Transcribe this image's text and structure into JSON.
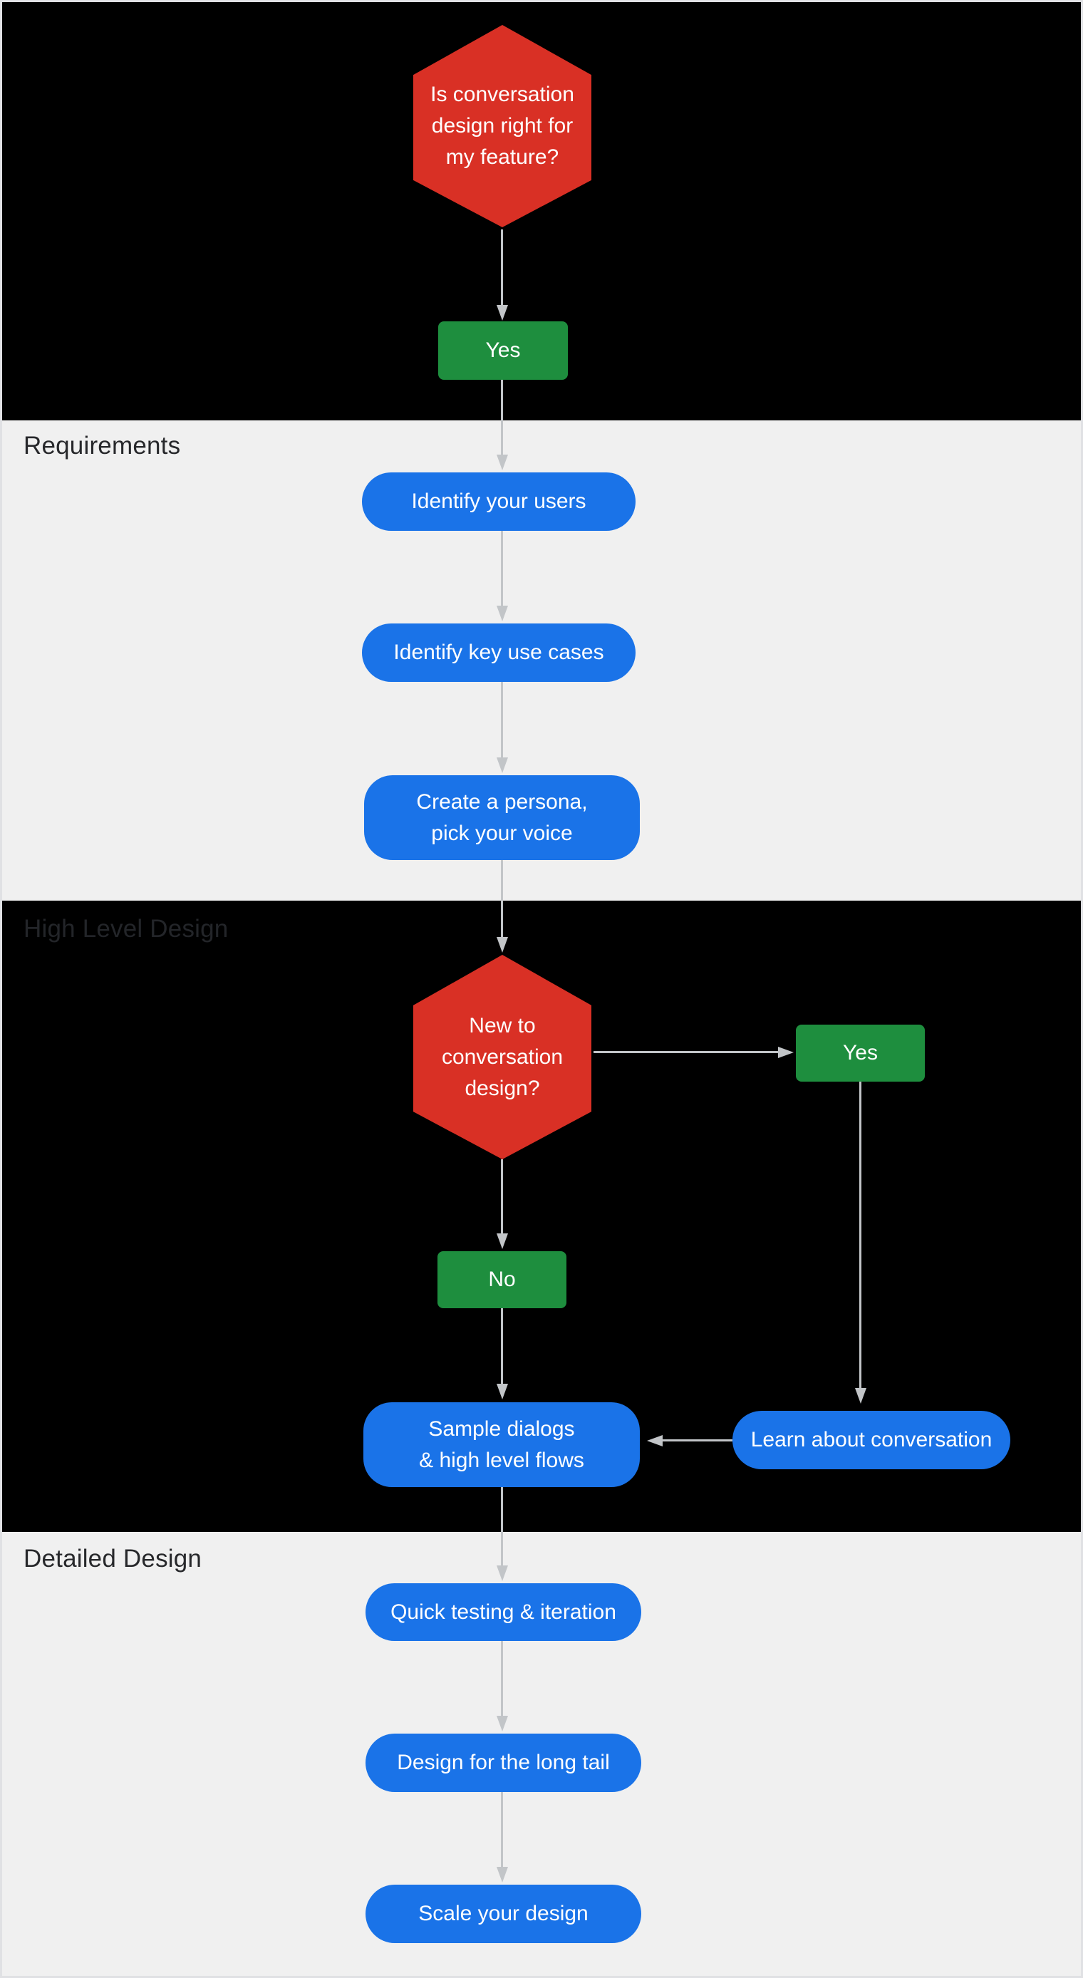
{
  "flowchart": {
    "sections": [
      {
        "id": "intro",
        "label": "",
        "theme": "dark"
      },
      {
        "id": "requirements",
        "label": "Requirements",
        "theme": "light"
      },
      {
        "id": "high_level_design",
        "label": "High Level Design",
        "theme": "dark"
      },
      {
        "id": "detailed_design",
        "label": "Detailed Design",
        "theme": "light"
      }
    ],
    "nodes": {
      "q_right_for_feature": {
        "type": "decision",
        "lines": [
          "Is conversation",
          "design right for",
          "my feature?"
        ]
      },
      "yes_top": {
        "type": "answer",
        "label": "Yes"
      },
      "identify_users": {
        "type": "step",
        "label": "Identify your users"
      },
      "identify_use_cases": {
        "type": "step",
        "label": "Identify key use cases"
      },
      "create_persona": {
        "type": "step",
        "lines": [
          "Create a persona,",
          "pick your voice"
        ]
      },
      "q_new_to_design": {
        "type": "decision",
        "lines": [
          "New to",
          "conversation",
          "design?"
        ]
      },
      "yes_right": {
        "type": "answer",
        "label": "Yes"
      },
      "no_mid": {
        "type": "answer",
        "label": "No"
      },
      "sample_dialogs": {
        "type": "step",
        "lines": [
          "Sample dialogs",
          "& high level flows"
        ]
      },
      "learn_conversation": {
        "type": "step",
        "label": "Learn about conversation"
      },
      "quick_testing": {
        "type": "step",
        "label": "Quick testing & iteration"
      },
      "long_tail": {
        "type": "step",
        "label": "Design for the long tail"
      },
      "scale_design": {
        "type": "step",
        "label": "Scale your design"
      }
    },
    "edges": [
      {
        "from": "q_right_for_feature",
        "to": "yes_top",
        "direction": "down"
      },
      {
        "from": "yes_top",
        "to": "identify_users",
        "direction": "down"
      },
      {
        "from": "identify_users",
        "to": "identify_use_cases",
        "direction": "down"
      },
      {
        "from": "identify_use_cases",
        "to": "create_persona",
        "direction": "down"
      },
      {
        "from": "create_persona",
        "to": "q_new_to_design",
        "direction": "down"
      },
      {
        "from": "q_new_to_design",
        "to": "yes_right",
        "direction": "right"
      },
      {
        "from": "q_new_to_design",
        "to": "no_mid",
        "direction": "down"
      },
      {
        "from": "no_mid",
        "to": "sample_dialogs",
        "direction": "down"
      },
      {
        "from": "yes_right",
        "to": "learn_conversation",
        "direction": "down"
      },
      {
        "from": "learn_conversation",
        "to": "sample_dialogs",
        "direction": "left"
      },
      {
        "from": "sample_dialogs",
        "to": "quick_testing",
        "direction": "down"
      },
      {
        "from": "quick_testing",
        "to": "long_tail",
        "direction": "down"
      },
      {
        "from": "long_tail",
        "to": "scale_design",
        "direction": "down"
      }
    ],
    "colors": {
      "decision_red": "#d93025",
      "step_blue": "#1a73e8",
      "answer_green": "#1e8e3e",
      "connector_gray": "#c2c5c8",
      "dark_section_bg": "#000000",
      "light_section_bg": "#f0f0f0",
      "light_section_label": "#27282b",
      "dark_section_label": "#232529",
      "node_text": "#ffffff"
    }
  }
}
